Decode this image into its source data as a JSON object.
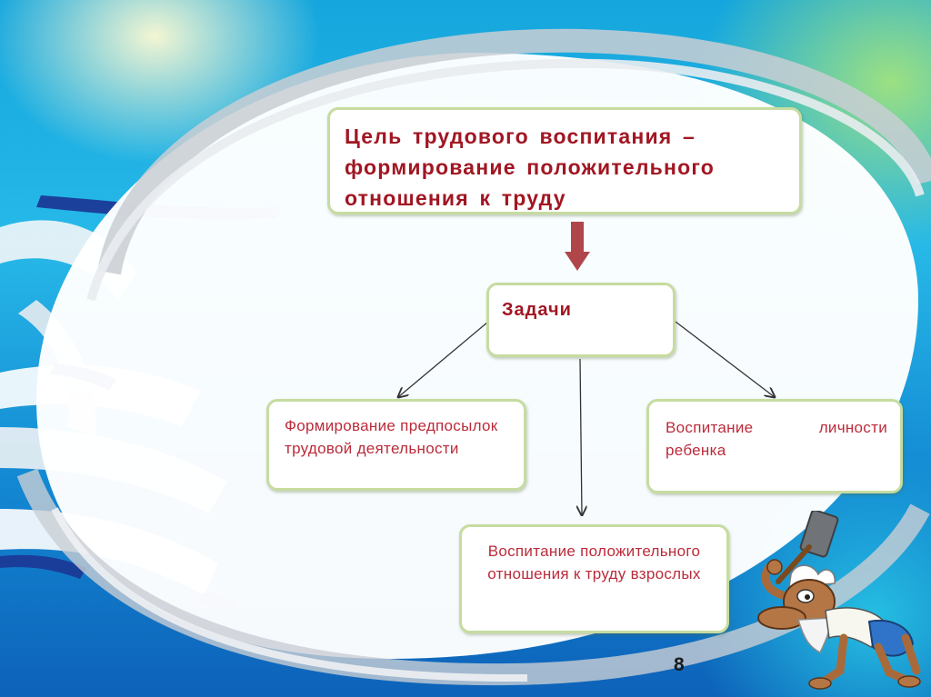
{
  "goal": {
    "text": "Цель трудового воспитания – формирование положительного отношения к труду"
  },
  "tasks": {
    "label": "Задачи",
    "items": [
      {
        "text": "Формирование предпосылок трудовой деятельности"
      },
      {
        "text": "Воспитание личности ребенка"
      },
      {
        "text": "Воспитание положительного отношения к труду взрослых"
      }
    ]
  },
  "page_number": "8",
  "colors": {
    "title_text": "#a11622",
    "task_text": "#bb2b3a",
    "box_border": "#c6dca0",
    "arrow_fill": "#b0464a",
    "background": "#1387d2"
  },
  "icons": {
    "down_arrow": "block-down-arrow",
    "figure": "hammer-worker-cartoon"
  }
}
